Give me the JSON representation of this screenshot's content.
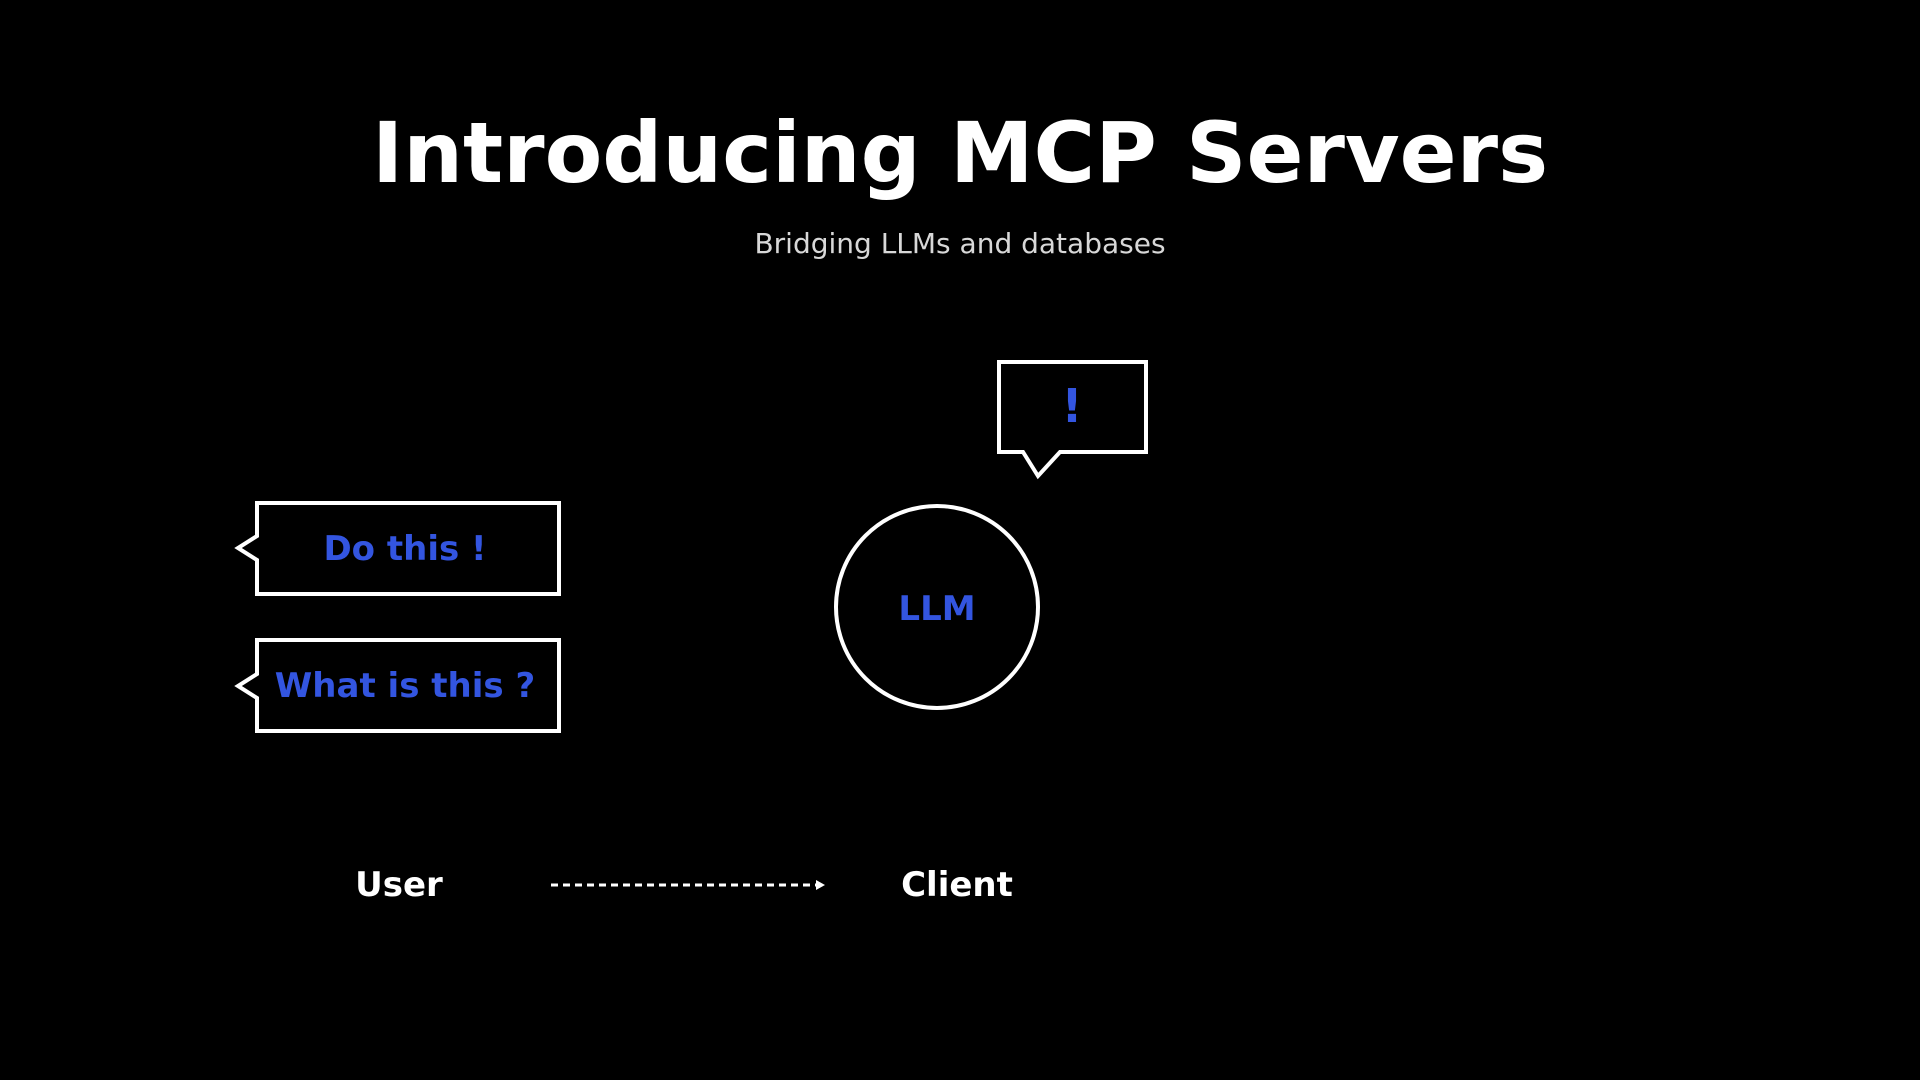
{
  "slide": {
    "title": "Introducing MCP Servers",
    "subtitle": "Bridging LLMs and databases"
  },
  "diagram": {
    "bubbles": {
      "do_this": "Do this !",
      "what_is_this": "What is this ?",
      "llm_exclaim": "!"
    },
    "nodes": {
      "llm": "LLM",
      "user": "User",
      "client": "Client"
    },
    "colors": {
      "background": "#000000",
      "stroke": "#ffffff",
      "accent_text": "#3355e0",
      "label_text": "#ffffff"
    }
  }
}
